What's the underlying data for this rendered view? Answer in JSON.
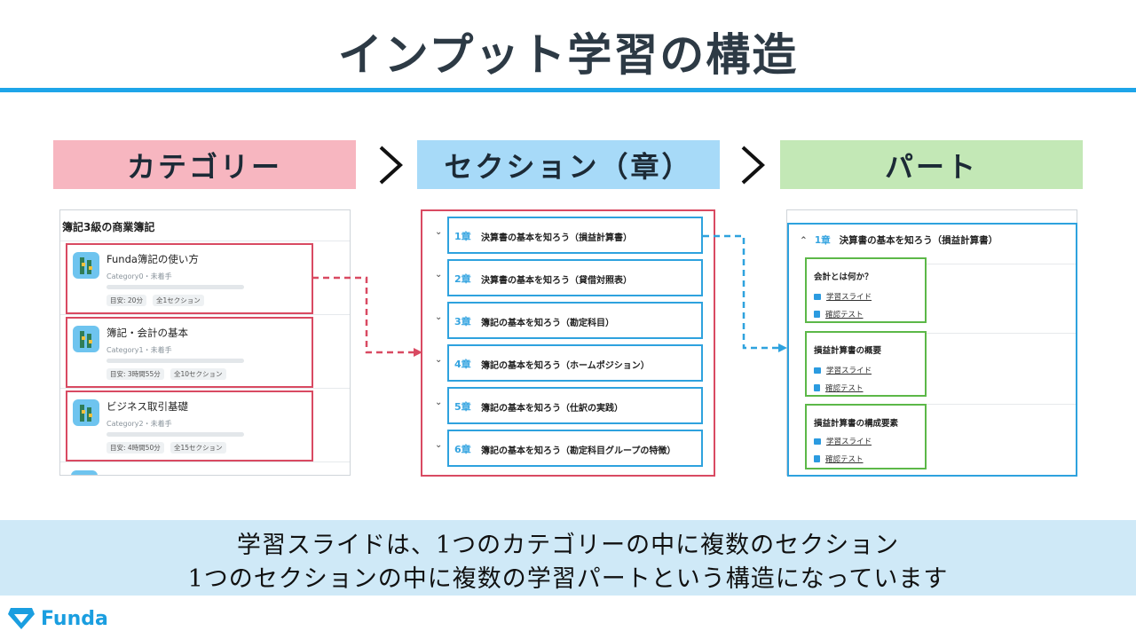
{
  "title": "インプット学習の構造",
  "headers": {
    "category": "カテゴリー",
    "section": "セクション（章）",
    "part": "パート"
  },
  "category_panel": {
    "title": "簿記3級の商業簿記",
    "items": [
      {
        "name": "Funda簿記の使い方",
        "meta": "Category0・未着手",
        "tags": [
          "目安: 20分",
          "全1セクション"
        ]
      },
      {
        "name": "簿記・会計の基本",
        "meta": "Category1・未着手",
        "tags": [
          "目安: 3時間55分",
          "全10セクション"
        ]
      },
      {
        "name": "ビジネス取引基礎",
        "meta": "Category2・未着手",
        "tags": [
          "目安: 4時間50分",
          "全15セクション"
        ]
      }
    ]
  },
  "section_panel": {
    "items": [
      {
        "num": "1章",
        "label": "決算書の基本を知ろう（損益計算書）"
      },
      {
        "num": "2章",
        "label": "決算書の基本を知ろう（貸借対照表）"
      },
      {
        "num": "3章",
        "label": "簿記の基本を知ろう（勘定科目）"
      },
      {
        "num": "4章",
        "label": "簿記の基本を知ろう（ホームポジション）"
      },
      {
        "num": "5章",
        "label": "簿記の基本を知ろう（仕訳の実践）"
      },
      {
        "num": "6章",
        "label": "簿記の基本を知ろう（勘定科目グループの特徴）"
      }
    ]
  },
  "part_panel": {
    "head_num": "1章",
    "head_label": "決算書の基本を知ろう（損益計算書）",
    "parts": [
      {
        "title": "会計とは何か？",
        "slide": "学習スライド",
        "test": "確認テスト"
      },
      {
        "title": "損益計算書の概要",
        "slide": "学習スライド",
        "test": "確認テスト"
      },
      {
        "title": "損益計算書の構成要素",
        "slide": "学習スライド",
        "test": "確認テスト"
      }
    ]
  },
  "footer": {
    "line1": "学習スライドは、1つのカテゴリーの中に複数のセクション",
    "line2": "1つのセクションの中に複数の学習パートという構造になっています"
  },
  "logo_text": "Funda",
  "colors": {
    "accent_blue": "#1ea5e9",
    "category_header": "#f7b6c0",
    "section_header": "#a7daf8",
    "part_header": "#c3e8b6",
    "highlight_red": "#d94a62",
    "highlight_blue": "#2ea2de",
    "highlight_green": "#5cb848",
    "footer_band": "#cfe9f7"
  }
}
